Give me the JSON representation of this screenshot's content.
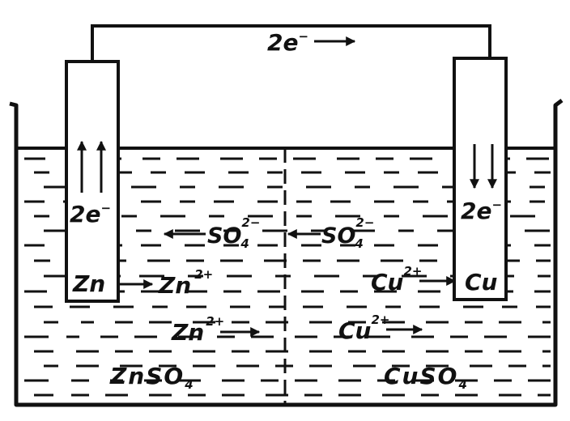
{
  "labels": {
    "wire_electrons": "2e",
    "electron_sup": "−",
    "left_electrons": "2e",
    "right_electrons": "2e",
    "sulfate_left": "SO",
    "sulfate_right": "SO",
    "sulfate_sub": "4",
    "sulfate_sup": "2−",
    "zn_electrode": "Zn",
    "zn_ion_upper": "Zn",
    "zn_ion_lower": "Zn",
    "zn_ion_sup": "2+",
    "cu_electrode": "Cu",
    "cu_ion_upper": "Cu",
    "cu_ion_lower": "Cu",
    "cu_ion_sup": "2+",
    "znso4_main": "ZnSO",
    "cuso4_main": "CuSO",
    "salt_sub": "4"
  },
  "colors": {
    "ink": "#111111",
    "background": "#ffffff"
  }
}
